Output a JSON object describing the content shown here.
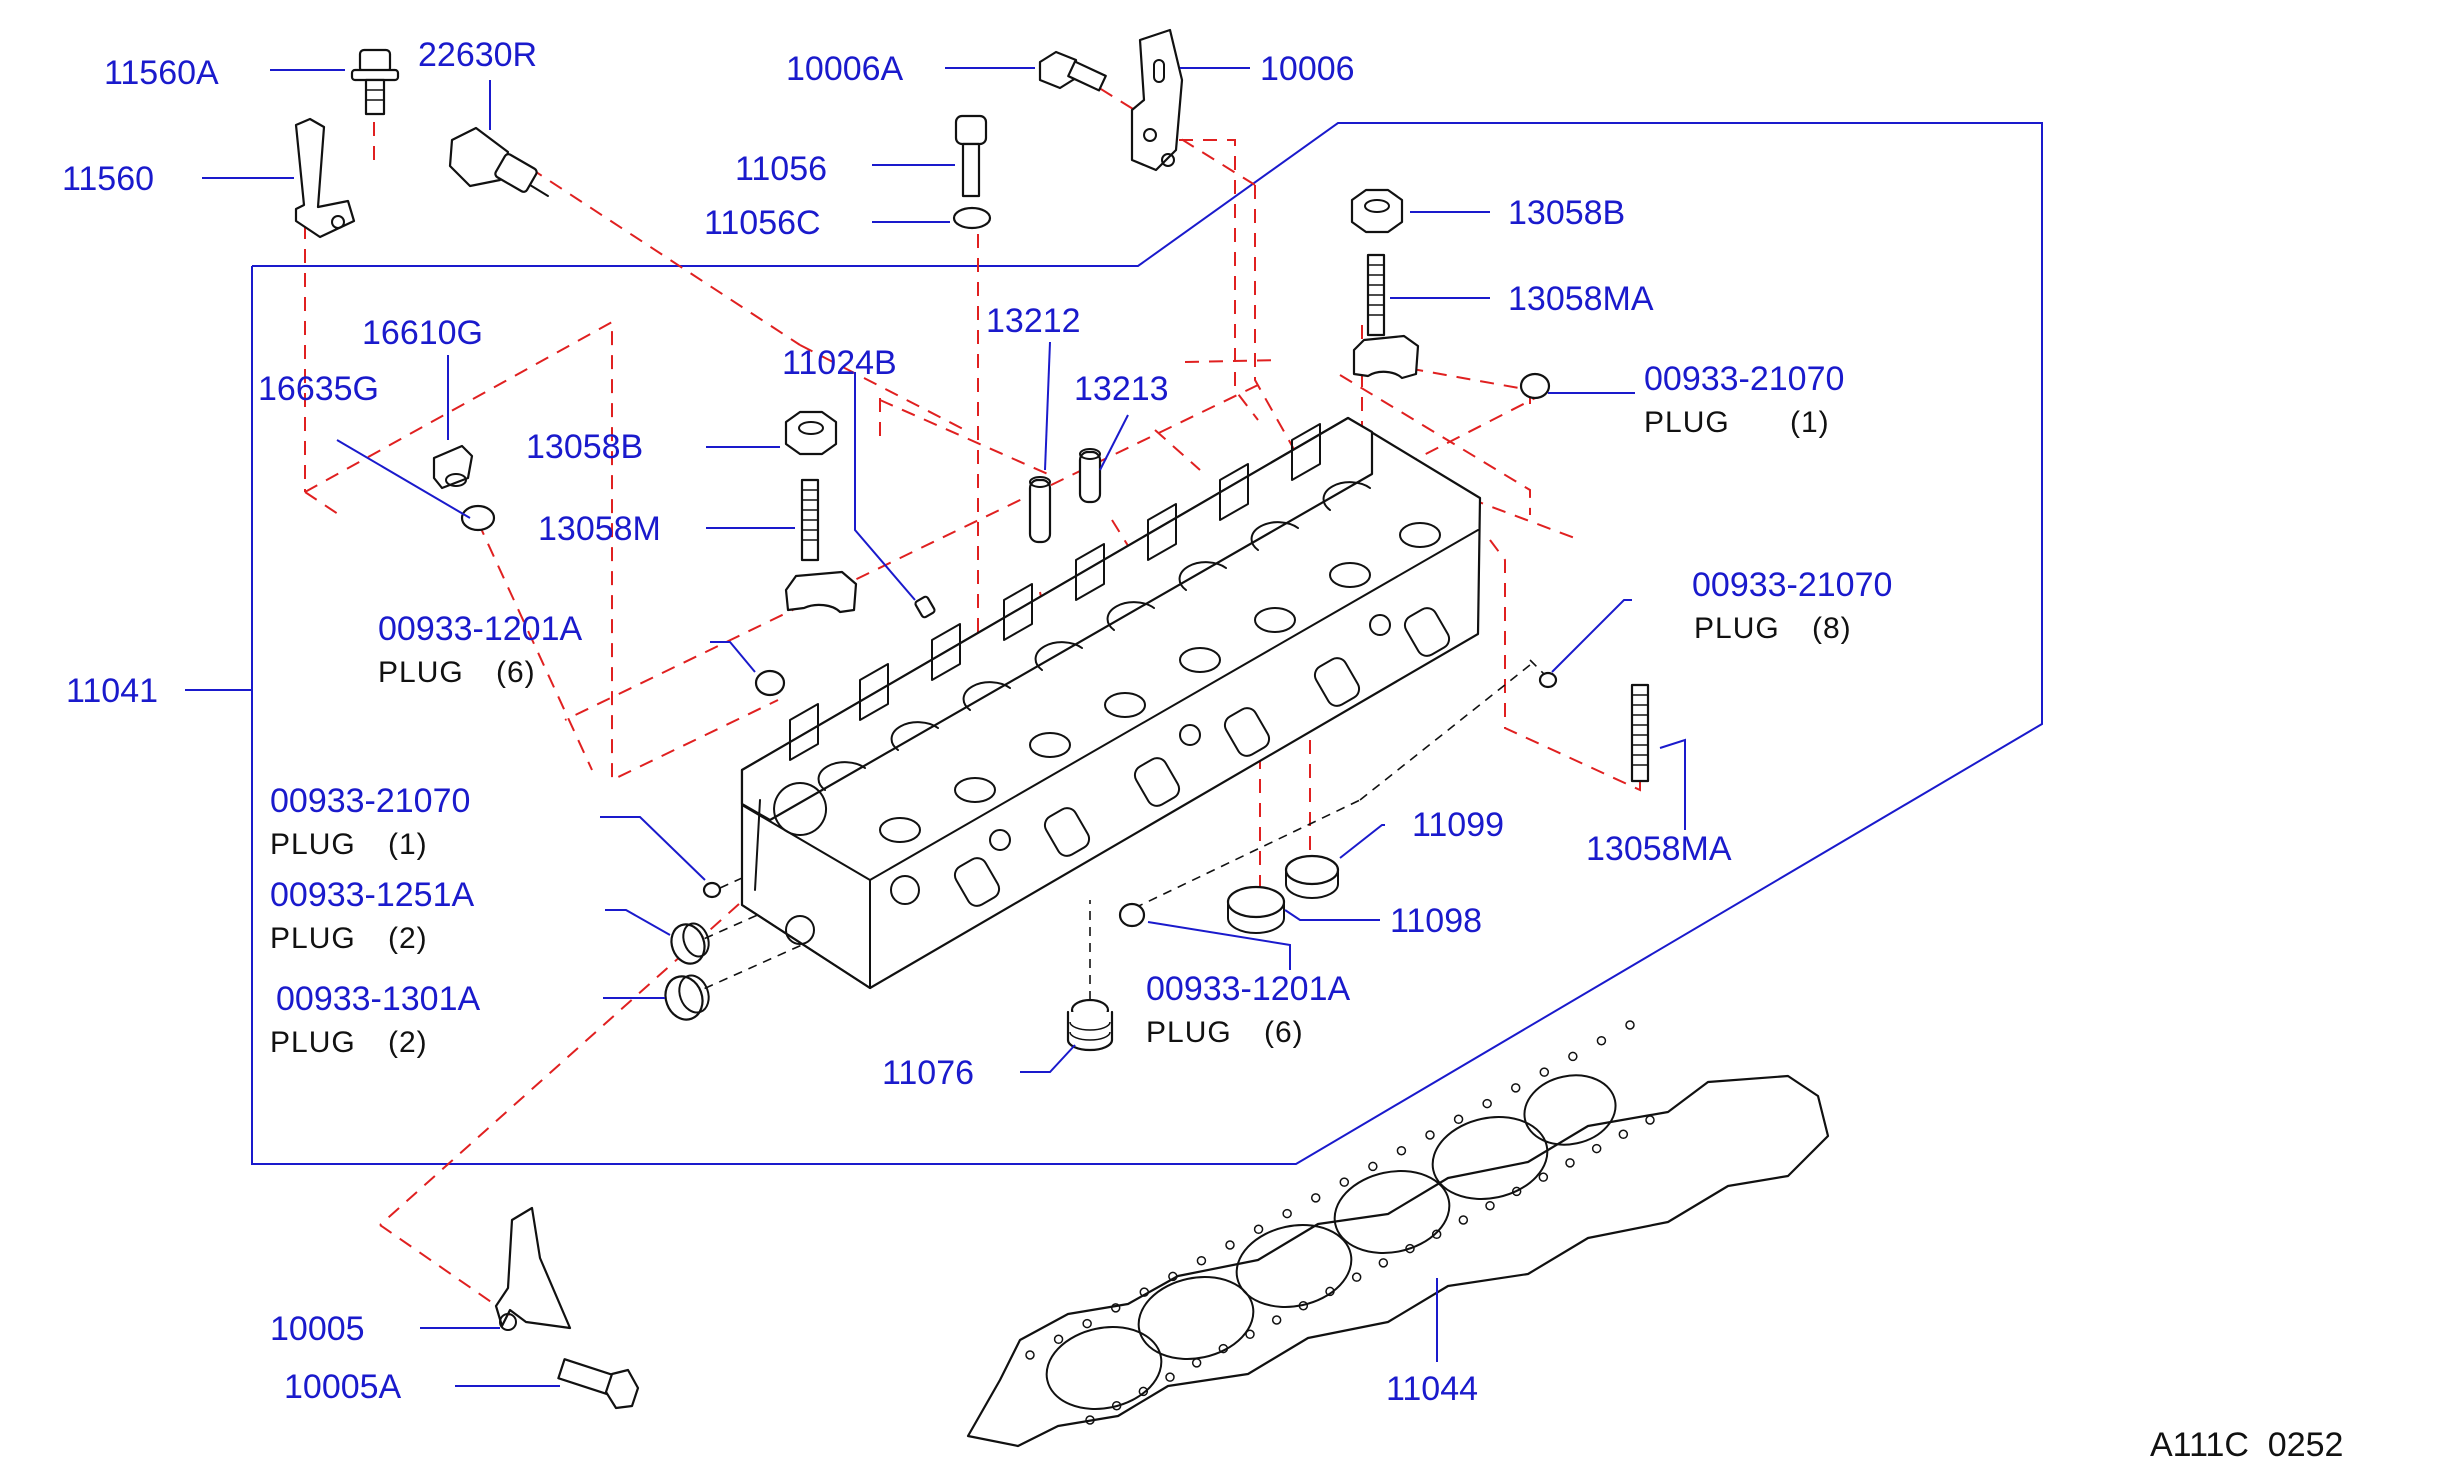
{
  "diagram": {
    "labels": [
      {
        "id": "11560A",
        "text": "11560A"
      },
      {
        "id": "22630R",
        "text": "22630R"
      },
      {
        "id": "11560",
        "text": "11560"
      },
      {
        "id": "10006A",
        "text": "10006A"
      },
      {
        "id": "10006",
        "text": "10006"
      },
      {
        "id": "11056",
        "text": "11056"
      },
      {
        "id": "11056C",
        "text": "11056C"
      },
      {
        "id": "13058B_top",
        "text": "13058B"
      },
      {
        "id": "13058MA_top",
        "text": "13058MA"
      },
      {
        "id": "16610G",
        "text": "16610G"
      },
      {
        "id": "13212",
        "text": "13212"
      },
      {
        "id": "11024B",
        "text": "11024B"
      },
      {
        "id": "16635G",
        "text": "16635G"
      },
      {
        "id": "13213",
        "text": "13213"
      },
      {
        "id": "00933-21070_a",
        "text": "00933-21070"
      },
      {
        "id": "13058B_mid",
        "text": "13058B"
      },
      {
        "id": "13058M",
        "text": "13058M"
      },
      {
        "id": "00933-21070_b",
        "text": "00933-21070"
      },
      {
        "id": "00933-1201A_a",
        "text": "00933-1201A"
      },
      {
        "id": "11041",
        "text": "11041"
      },
      {
        "id": "00933-21070_c",
        "text": "00933-21070"
      },
      {
        "id": "11099",
        "text": "11099"
      },
      {
        "id": "13058MA_right",
        "text": "13058MA"
      },
      {
        "id": "00933-1251A",
        "text": "00933-1251A"
      },
      {
        "id": "11098",
        "text": "11098"
      },
      {
        "id": "00933-1201A_b",
        "text": "00933-1201A"
      },
      {
        "id": "00933-1301A",
        "text": "00933-1301A"
      },
      {
        "id": "11076",
        "text": "11076"
      },
      {
        "id": "10005",
        "text": "10005"
      },
      {
        "id": "11044",
        "text": "11044"
      },
      {
        "id": "10005A",
        "text": "10005A"
      }
    ],
    "descriptions": [
      {
        "id": "plug_1_top",
        "text": "PLUG",
        "qty": "(1)"
      },
      {
        "id": "plug_8",
        "text": "PLUG",
        "qty": "(8)"
      },
      {
        "id": "plug_6_left",
        "text": "PLUG",
        "qty": "(6)"
      },
      {
        "id": "plug_1_left",
        "text": "PLUG",
        "qty": "(1)"
      },
      {
        "id": "plug_2_a",
        "text": "PLUG",
        "qty": "(2)"
      },
      {
        "id": "plug_6_bottom",
        "text": "PLUG",
        "qty": "(6)"
      },
      {
        "id": "plug_2_b",
        "text": "PLUG",
        "qty": "(2)"
      }
    ],
    "footer": "A111C  0252",
    "colors": {
      "part_number": "#1a1acc",
      "text": "#111111",
      "phantom_line": "#e02020",
      "leader": "#1a1acc"
    }
  }
}
